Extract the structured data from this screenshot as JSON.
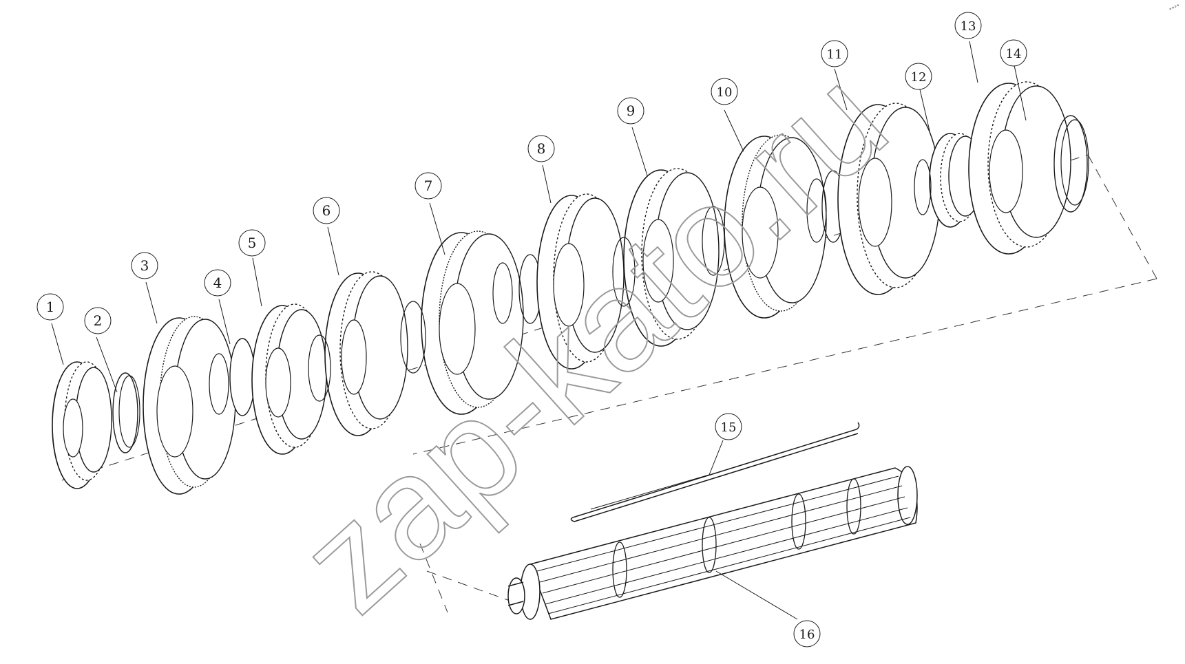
{
  "callouts": [
    {
      "id": "1",
      "label": "1"
    },
    {
      "id": "2",
      "label": "2"
    },
    {
      "id": "3",
      "label": "3"
    },
    {
      "id": "4",
      "label": "4"
    },
    {
      "id": "5",
      "label": "5"
    },
    {
      "id": "6",
      "label": "6"
    },
    {
      "id": "7",
      "label": "7"
    },
    {
      "id": "8",
      "label": "8"
    },
    {
      "id": "9",
      "label": "9"
    },
    {
      "id": "10",
      "label": "10"
    },
    {
      "id": "11",
      "label": "11"
    },
    {
      "id": "12",
      "label": "12"
    },
    {
      "id": "13",
      "label": "13"
    },
    {
      "id": "14",
      "label": "14"
    },
    {
      "id": "15",
      "label": "15"
    },
    {
      "id": "16",
      "label": "16"
    }
  ],
  "watermark": {
    "text": "zap-kato.ru"
  },
  "corner_mark": {
    "text": "°°°°"
  },
  "colors": {
    "line": "#1a1a1a",
    "dash": "#333333",
    "watermark_stroke": "#9a9a9a"
  }
}
